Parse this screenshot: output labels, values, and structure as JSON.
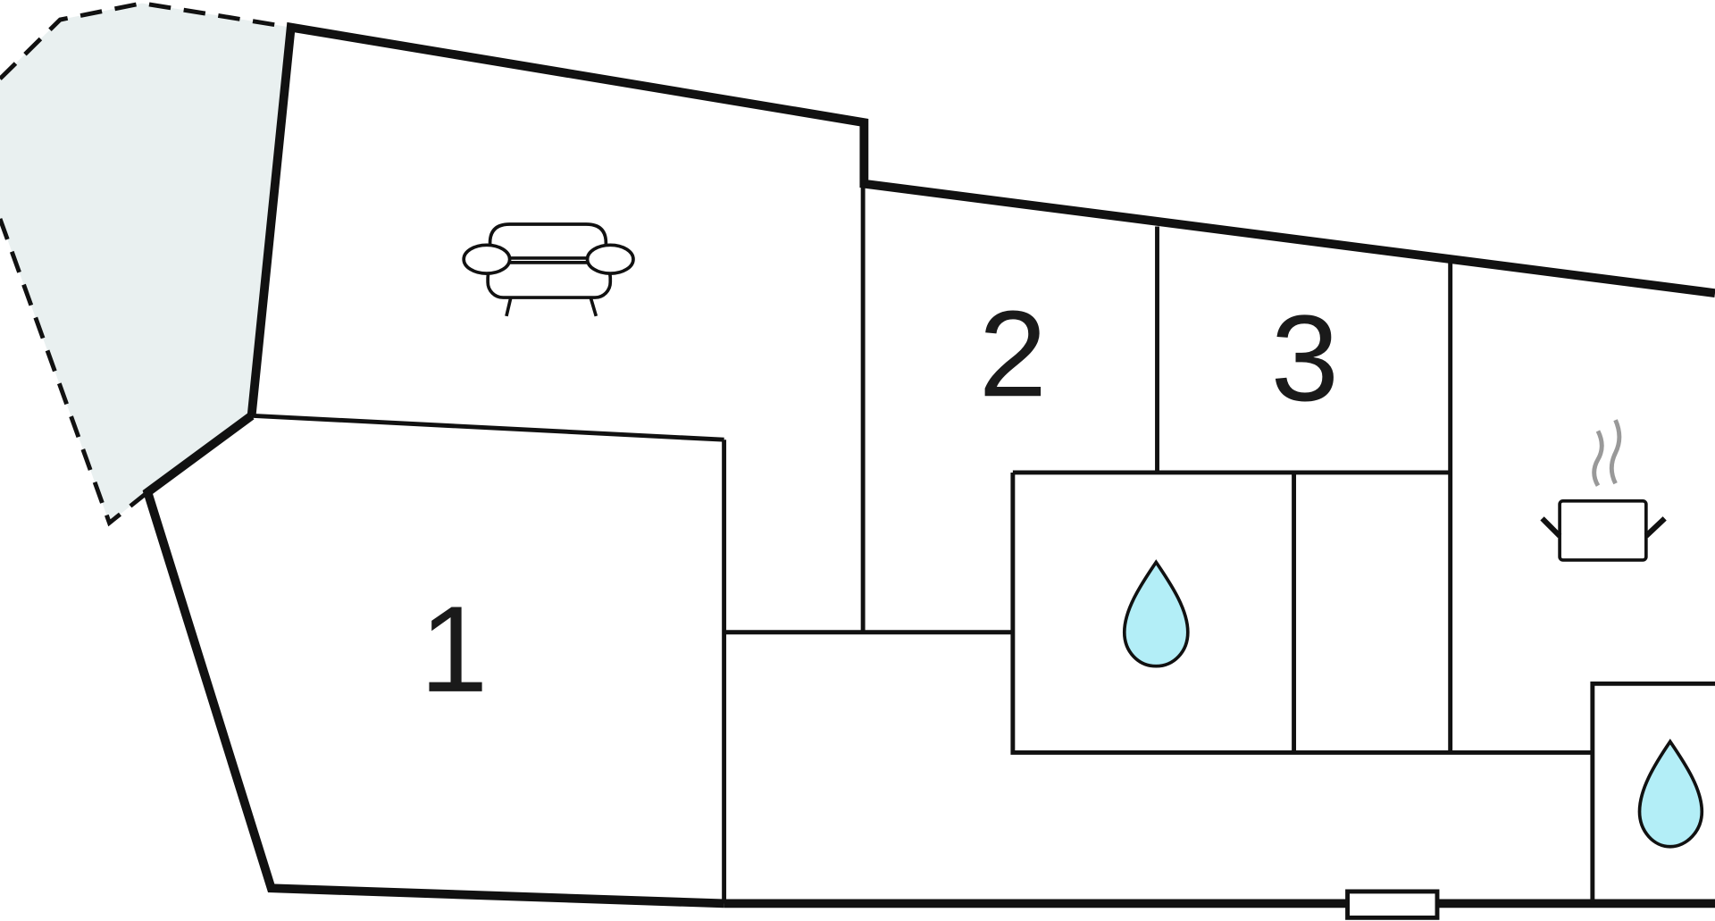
{
  "floorplan": {
    "rooms": {
      "bedroom_1": {
        "number": "1"
      },
      "bedroom_2": {
        "number": "2"
      },
      "bedroom_3": {
        "number": "3"
      }
    },
    "icons": {
      "living_room": "sofa-icon",
      "kitchen": "cooking-pot-icon",
      "bathroom_1": "water-drop-icon",
      "bathroom_2": "water-drop-icon",
      "entrance": "door-icon"
    },
    "colors": {
      "terrace_fill": "#E9F0F0",
      "water_drop": "#B3EEF7",
      "steam": "#999999",
      "wall": "#111111"
    }
  }
}
